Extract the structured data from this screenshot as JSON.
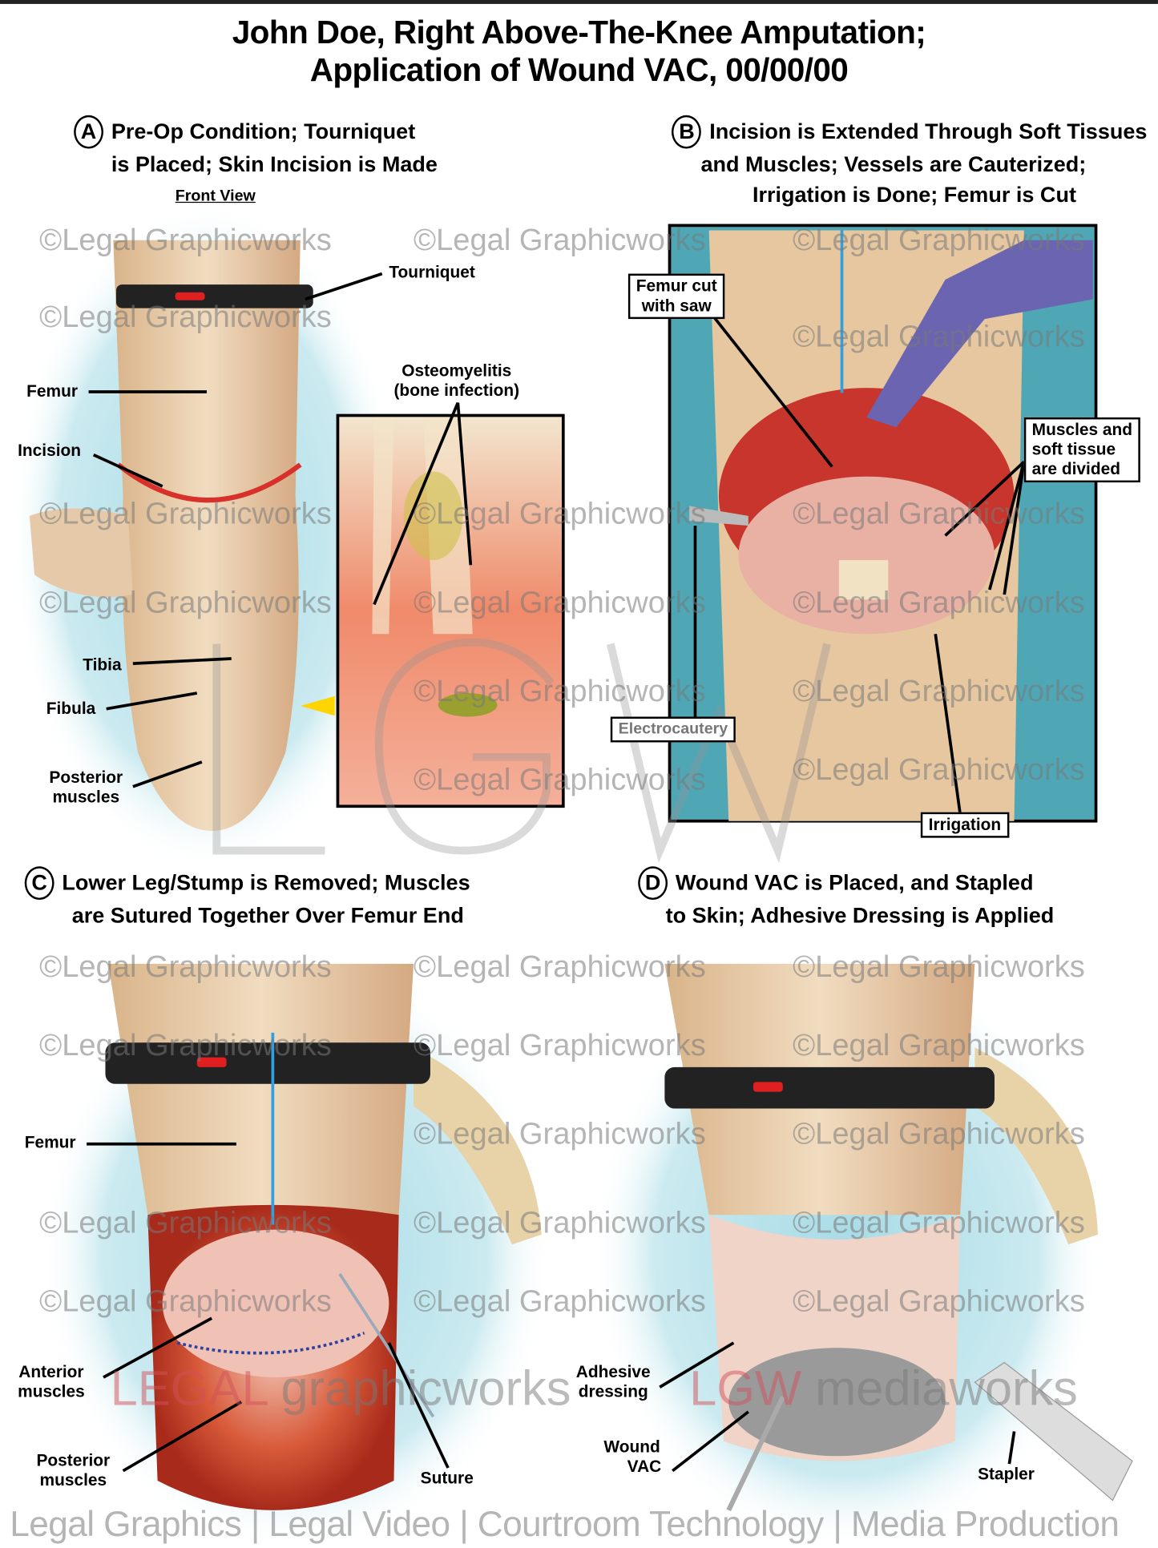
{
  "title": {
    "line1": "John Doe, Right Above-The-Knee Amputation;",
    "line2": "Application of Wound VAC, 00/00/00"
  },
  "panels": {
    "a": {
      "letter": "A",
      "heading1": "Pre-Op Condition; Tourniquet",
      "heading2": "is Placed; Skin Incision is Made",
      "subheading": "Front View",
      "labels": {
        "tourniquet": "Tourniquet",
        "femur": "Femur",
        "incision": "Incision",
        "osteo1": "Osteomyelitis",
        "osteo2": "(bone infection)",
        "tibia": "Tibia",
        "fibula": "Fibula",
        "posterior1": "Posterior",
        "posterior2": "muscles"
      }
    },
    "b": {
      "letter": "B",
      "heading1": "Incision is Extended Through Soft Tissues",
      "heading2": "and Muscles; Vessels are Cauterized;",
      "heading3": "Irrigation is Done; Femur is Cut",
      "labels": {
        "femur_cut1": "Femur cut",
        "femur_cut2": "with saw",
        "muscles1": "Muscles and",
        "muscles2": "soft tissue",
        "muscles3": "are divided",
        "electrocautery": "Electrocautery",
        "irrigation": "Irrigation"
      }
    },
    "c": {
      "letter": "C",
      "heading1": "Lower Leg/Stump is Removed; Muscles",
      "heading2": "are Sutured Together Over Femur End",
      "labels": {
        "femur": "Femur",
        "anterior1": "Anterior",
        "anterior2": "muscles",
        "posterior1": "Posterior",
        "posterior2": "muscles",
        "suture": "Suture"
      }
    },
    "d": {
      "letter": "D",
      "heading1": "Wound VAC is Placed, and Stapled",
      "heading2": "to Skin; Adhesive Dressing is Applied",
      "labels": {
        "adhesive1": "Adhesive",
        "adhesive2": "dressing",
        "wound1": "Wound",
        "wound2": "VAC",
        "stapler": "Stapler"
      }
    }
  },
  "watermark": {
    "text": "©Legal Graphicworks",
    "big": "LGW",
    "logo_left_red": "LEGAL",
    "logo_left_grey": "graphicworks",
    "logo_right_red": "LGW",
    "logo_right_grey": "mediaworks",
    "tagline": "Legal Graphics | Legal Video | Courtroom Technology | Media Production"
  },
  "colors": {
    "skin": "#e8c9a0",
    "muscle": "#c8352c",
    "background_glow": "#a8dbe6",
    "tourniquet": "#222222",
    "tourniquet_light": "#e02020"
  }
}
